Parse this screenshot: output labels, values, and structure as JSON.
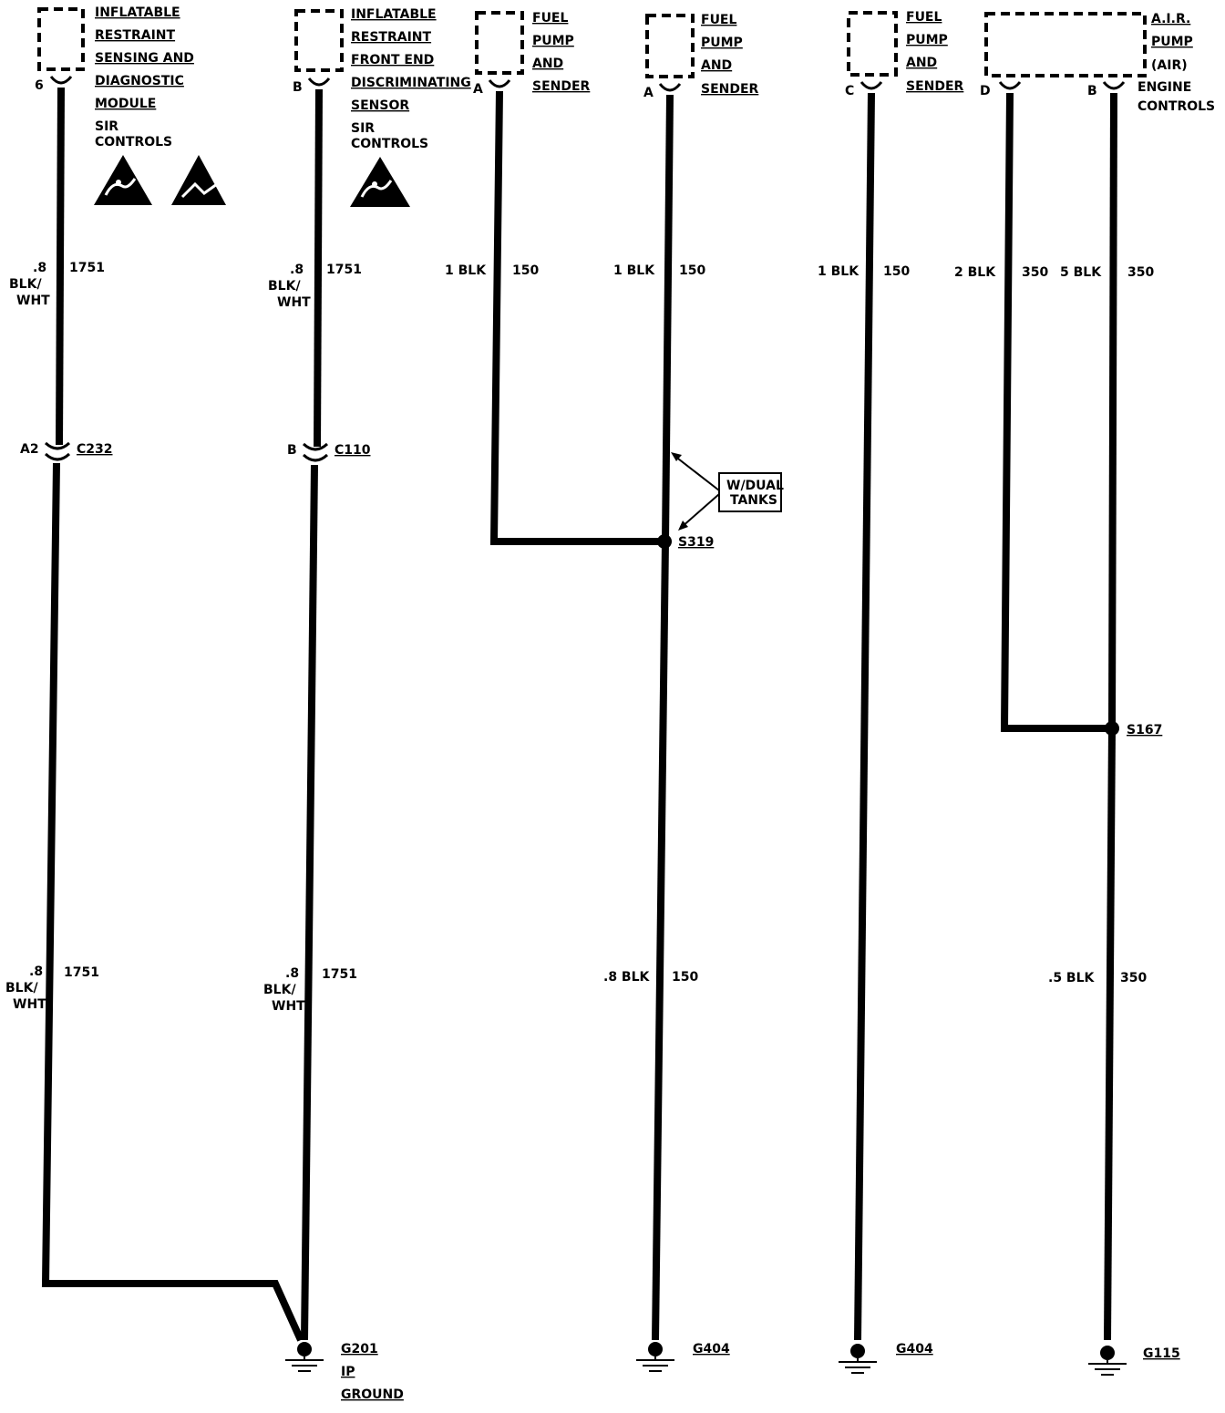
{
  "components": {
    "sdm": {
      "pin": "6",
      "lines": [
        "INFLATABLE",
        "RESTRAINT",
        "SENSING AND",
        "DIAGNOSTIC",
        "MODULE"
      ],
      "ref": [
        "SIR",
        "CONTROLS"
      ]
    },
    "fed": {
      "pin": "B",
      "lines": [
        "INFLATABLE",
        "RESTRAINT",
        "FRONT END",
        "DISCRIMINATING",
        "SENSOR"
      ],
      "ref": [
        "SIR",
        "CONTROLS"
      ]
    },
    "fp1": {
      "pin": "A",
      "lines": [
        "FUEL",
        "PUMP",
        "AND",
        "SENDER"
      ]
    },
    "fp2": {
      "pin": "A",
      "lines": [
        "FUEL",
        "PUMP",
        "AND",
        "SENDER"
      ]
    },
    "fp3": {
      "pin": "C",
      "lines": [
        "FUEL",
        "PUMP",
        "AND",
        "SENDER"
      ]
    },
    "air": {
      "pin_d": "D",
      "pin_b": "B",
      "lines": [
        "A.I.R.",
        "PUMP",
        "(AIR)"
      ],
      "ref": [
        "ENGINE",
        "CONTROLS"
      ]
    }
  },
  "wires": {
    "w1_top": {
      "size": ".8",
      "color": [
        "BLK/",
        "WHT"
      ],
      "circuit": "1751"
    },
    "w1_bot": {
      "size": ".8",
      "color": [
        "BLK/",
        "WHT"
      ],
      "circuit": "1751"
    },
    "w2_top": {
      "size": ".8",
      "color": [
        "BLK/",
        "WHT"
      ],
      "circuit": "1751"
    },
    "w2_bot": {
      "size": ".8",
      "color": [
        "BLK/",
        "WHT"
      ],
      "circuit": "1751"
    },
    "w3": {
      "label": "1 BLK",
      "circuit": "150"
    },
    "w4_top": {
      "label": "1 BLK",
      "circuit": "150"
    },
    "w4_bot": {
      "label": ".8 BLK",
      "circuit": "150"
    },
    "w5": {
      "label": "1 BLK",
      "circuit": "150"
    },
    "w6": {
      "label": "2 BLK",
      "circuit": "350"
    },
    "w7_top": {
      "label": "5 BLK",
      "circuit": "350"
    },
    "w7_bot": {
      "label": ".5 BLK",
      "circuit": "350"
    }
  },
  "connectors": {
    "c232": {
      "pin": "A2",
      "name": "C232"
    },
    "c110": {
      "pin": "B",
      "name": "C110"
    }
  },
  "splices": {
    "s319": "S319",
    "s167": "S167"
  },
  "callout": {
    "lines": [
      "W/DUAL",
      "TANKS"
    ]
  },
  "grounds": {
    "g201": [
      "G201",
      "IP",
      "GROUND"
    ],
    "g404a": "G404",
    "g404b": "G404",
    "g115": "G115"
  },
  "icons": [
    "esd-warning-icon",
    "esd-sensitive-icon"
  ]
}
